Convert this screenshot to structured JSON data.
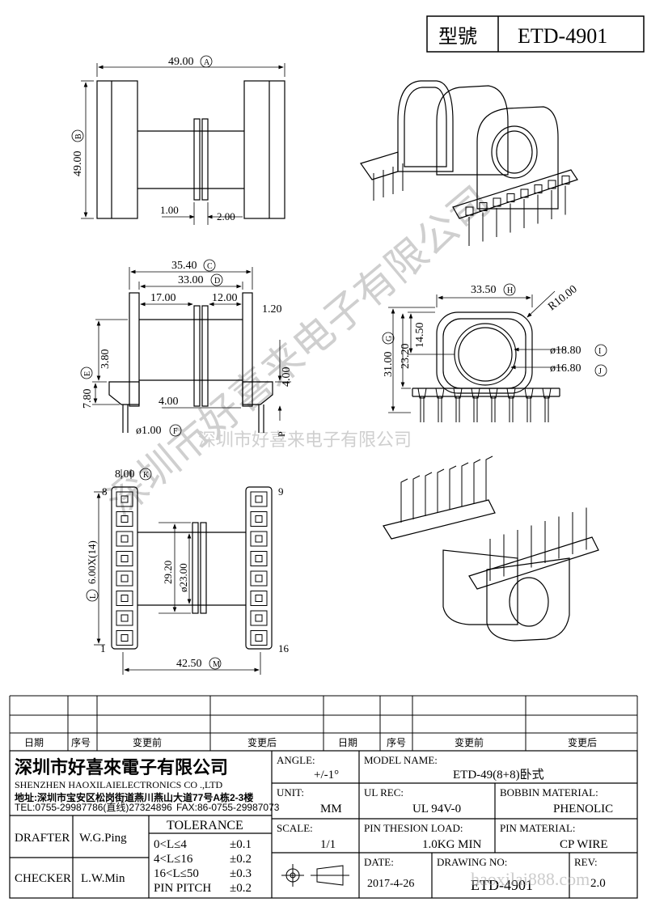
{
  "title_block": {
    "model_label": "型號",
    "model_value": "ETD-4901"
  },
  "dimensions": {
    "top_view": {
      "width": "49.00",
      "width_tag": "A",
      "height": "49.00",
      "height_tag": "B",
      "flange": "1.00",
      "gap": "2.00"
    },
    "front_view": {
      "total": "35.40",
      "total_tag": "C",
      "inner": "33.00",
      "inner_tag": "D",
      "left_winding": "17.00",
      "right_winding": "12.00",
      "wall": "1.20",
      "h1": "3.80",
      "h2": "7.80",
      "h2_tag": "E",
      "h3": "4.00",
      "h4": "4.00",
      "pin": "ø1.00",
      "pin_tag": "F",
      "p_label": "P"
    },
    "side_view": {
      "width": "33.50",
      "width_tag": "H",
      "radius": "R10.00",
      "h1": "14.50",
      "h2": "23.20",
      "h3": "31.00",
      "h3_tag": "G",
      "d1": "ø18.80",
      "d1_tag": "I",
      "d2": "ø16.80",
      "d2_tag": "J"
    },
    "bottom_view": {
      "pitch": "8.00",
      "pitch_tag": "K",
      "pin_8": "8",
      "pin_9": "9",
      "pin_1": "1",
      "pin_16": "16",
      "row": "6.00X(14)",
      "row_tag": "L",
      "d_outer": "29.20",
      "d_inner": "ø23.00",
      "span": "42.50",
      "span_tag": "M"
    }
  },
  "watermark": {
    "diagonal": "深圳市好喜来电子有限公司",
    "horizontal": "深圳市好喜来电子有限公司",
    "site": "haoxilai888.com"
  },
  "revision_table": {
    "col_date": "日期",
    "col_no": "序号",
    "col_before": "变更前",
    "col_after": "变更后"
  },
  "company": {
    "name_cn": "深圳市好喜來電子有限公司",
    "name_en": "SHENZHEN HAOXILAIELECTRONICS CO .,LTD",
    "address": "地址:深圳市宝安区松岗街道燕川燕山大道77号A栋2-3楼",
    "tel": "TEL:0755-29987786(直线)27324896",
    "fax": "FAX:86-0755-29987073"
  },
  "spec": {
    "angle_label": "ANGLE:",
    "angle_value": "+/-1°",
    "model_name_label": "MODEL NAME:",
    "model_name_value": "ETD-49(8+8)卧式",
    "unit_label": "UNIT:",
    "unit_value": "MM",
    "ul_label": "UL REC:",
    "ul_value": "UL 94V-0",
    "bobbin_label": "BOBBIN MATERIAL:",
    "bobbin_value": "PHENOLIC",
    "scale_label": "SCALE:",
    "scale_value": "1/1",
    "pin_load_label": "PIN THESION LOAD:",
    "pin_load_value": "1.0KG MIN",
    "pin_mat_label": "PIN MATERIAL:",
    "pin_mat_value": "CP  WIRE",
    "date_label": "DATE:",
    "date_value": "2017-4-26",
    "drawing_label": "DRAWING NO:",
    "drawing_value": "ETD-4901",
    "rev_label": "REV:",
    "rev_value": "2.0",
    "drafter_label": "DRAFTER",
    "drafter_value": "W.G.Ping",
    "checker_label": "CHECKER",
    "checker_value": "L.W.Min"
  },
  "tolerance": {
    "title": "TOLERANCE",
    "rows": [
      {
        "range": "0<L≤4",
        "value": "±0.1"
      },
      {
        "range": "4<L≤16",
        "value": "±0.2"
      },
      {
        "range": "16<L≤50",
        "value": "±0.3"
      },
      {
        "range": "PIN PITCH",
        "value": "±0.2"
      }
    ]
  }
}
